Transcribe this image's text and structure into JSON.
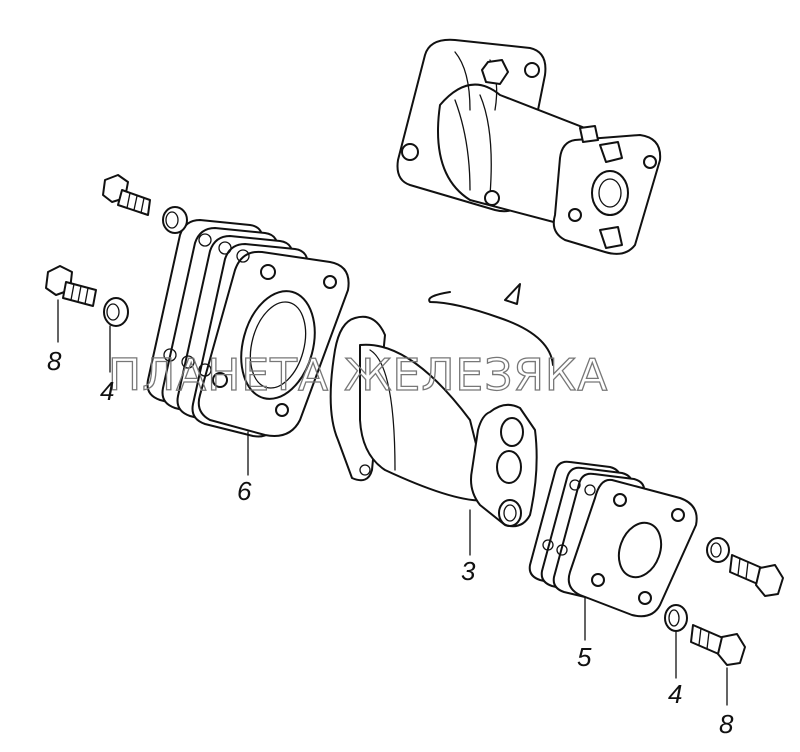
{
  "watermark": "ПЛАНЕТА ЖЕЛЕЗЯКА",
  "callouts": {
    "c3": "3",
    "c4_left": "4",
    "c4_right": "4",
    "c5": "5",
    "c6": "6",
    "c8_left": "8",
    "c8_right": "8"
  }
}
